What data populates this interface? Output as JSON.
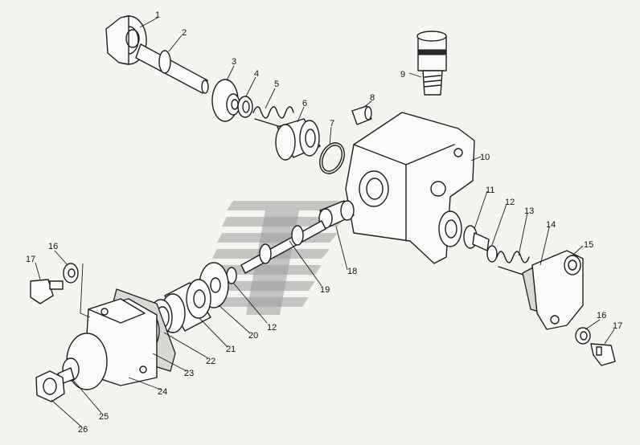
{
  "figure": {
    "callouts": [
      "1",
      "2",
      "3",
      "4",
      "5",
      "6",
      "7",
      "8",
      "9",
      "10",
      "11",
      "12",
      "12",
      "13",
      "14",
      "15",
      "16",
      "16",
      "17",
      "17",
      "18",
      "19",
      "20",
      "21",
      "22",
      "23",
      "24",
      "25",
      "26"
    ]
  },
  "colors": {
    "background": "#f4f4f1",
    "line": "#1e1e1e",
    "watermark": "#9c9c9c"
  }
}
